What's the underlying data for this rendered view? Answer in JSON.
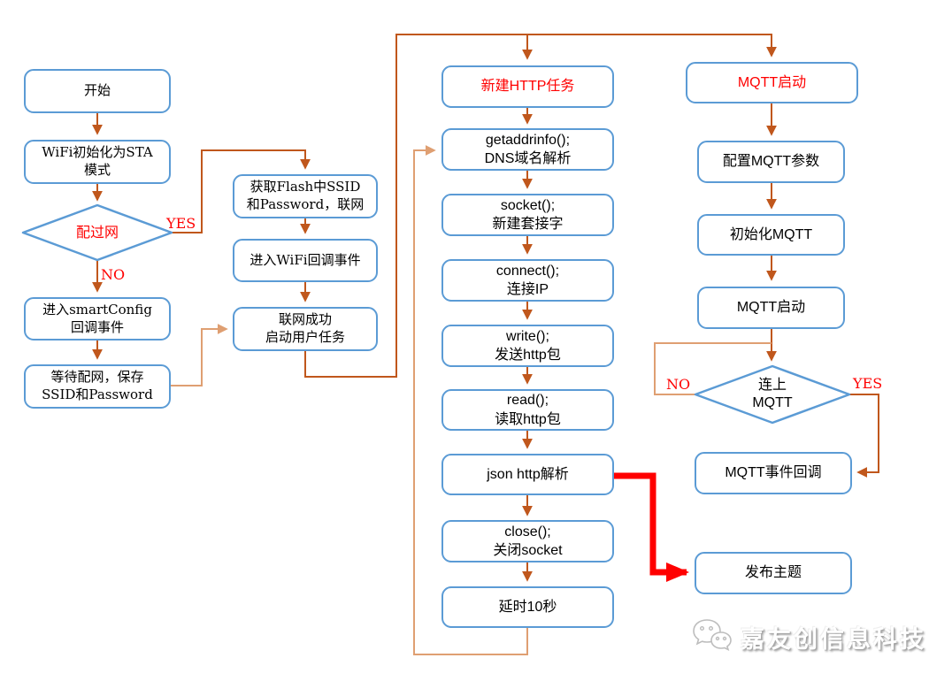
{
  "nodes": {
    "start": "开始",
    "wifi_init": "WiFi初始化为STA\n模式",
    "configured_decision": "配过网",
    "smartconfig": "进入smartConfig\n回调事件",
    "wait_config": "等待配网，保存\nSSID和Password",
    "get_flash": "获取Flash中SSID\n和Password，联网",
    "wifi_callback": "进入WiFi回调事件",
    "connected_start_task": "联网成功\n启动用户任务",
    "http_task": "新建HTTP任务",
    "getaddrinfo": "getaddrinfo();\nDNS域名解析",
    "socket": "socket();\n新建套接字",
    "connect": "connect();\n连接IP",
    "write": "write();\n发送http包",
    "read": "read();\n读取http包",
    "json_parse": "json http解析",
    "close": "close();\n关闭socket",
    "delay": "延时10秒",
    "mqtt_start_top": "MQTT启动",
    "mqtt_config": "配置MQTT参数",
    "mqtt_init": "初始化MQTT",
    "mqtt_start2": "MQTT启动",
    "mqtt_connected_decision": "连上\nMQTT",
    "mqtt_event_callback": "MQTT事件回调",
    "publish_topic": "发布主题"
  },
  "branch_labels": {
    "configured_yes": "YES",
    "configured_no": "NO",
    "mqtt_no": "NO",
    "mqtt_yes": "YES"
  },
  "watermark": {
    "text": "嘉友创信息科技"
  },
  "colors": {
    "box_border": "#5B9BD5",
    "arrow_dark": "#C0571C",
    "arrow_light": "#DF9F72",
    "accent_red": "#FF0000",
    "text": "#000000"
  }
}
